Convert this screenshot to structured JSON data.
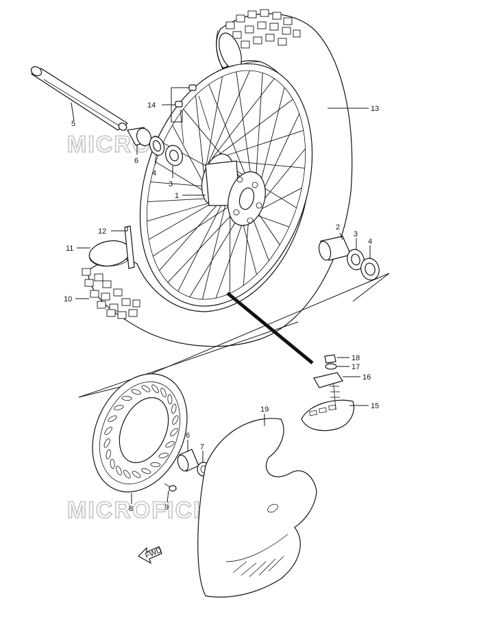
{
  "watermark": "MICROFICHES.NET",
  "fwd_label": "FWD",
  "labels": [
    "1",
    "2",
    "3",
    "3",
    "4",
    "4",
    "5",
    "6",
    "6",
    "7",
    "8",
    "9",
    "10",
    "11",
    "12",
    "13",
    "14",
    "15",
    "16",
    "17",
    "18",
    "19"
  ]
}
